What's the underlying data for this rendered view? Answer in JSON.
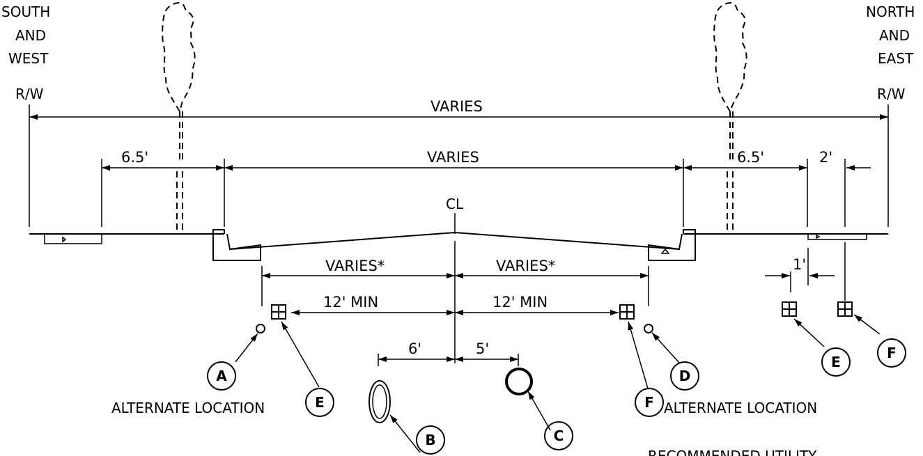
{
  "sides": {
    "left": [
      "SOUTH",
      "AND",
      "WEST"
    ],
    "right": [
      "NORTH",
      "AND",
      "EAST"
    ]
  },
  "row_labels": {
    "rw_left": "R/W",
    "rw_right": "R/W",
    "centerline": "CL"
  },
  "dimensions": {
    "top_varies": "VARIES",
    "inner_varies": "VARIES",
    "sidewalk_left": "6.5'",
    "sidewalk_right": "6.5'",
    "offset_2": "2'",
    "offset_1": "1'",
    "varies_left_star": "VARIES*",
    "varies_right_star": "VARIES*",
    "min_left": "12'  MIN",
    "min_right": "12'  MIN",
    "offset_6": "6'",
    "offset_5": "5'"
  },
  "callouts": {
    "a": "A",
    "b": "B",
    "c": "C",
    "d": "D",
    "e_left": "E",
    "f_left": "F",
    "e_right": "E",
    "f_right": "F"
  },
  "notes": {
    "alt_left": "ALTERNATE  LOCATION",
    "alt_right": "ALTERNATE  LOCATION",
    "bottom": "RECOMMENDED  UTILITY"
  }
}
